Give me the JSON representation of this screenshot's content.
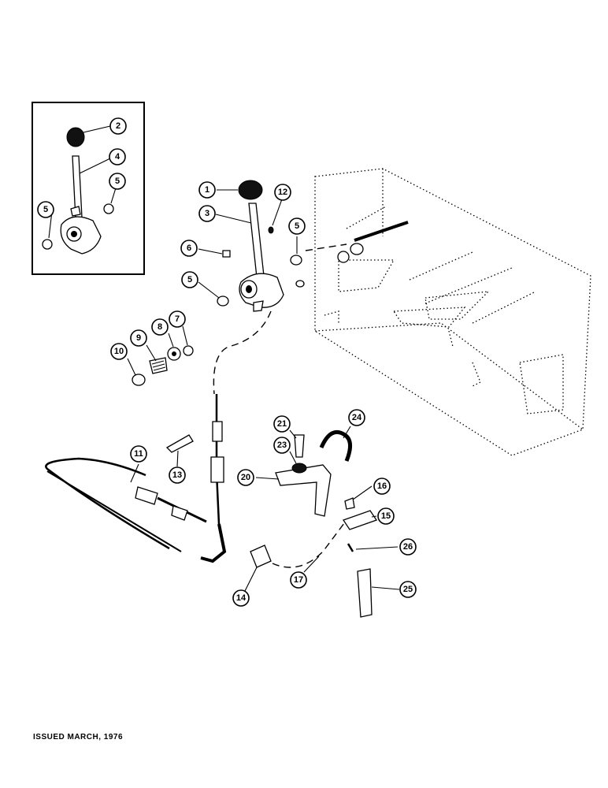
{
  "footer": {
    "issued": "ISSUED MARCH, 1976"
  },
  "callouts": [
    {
      "id": "inset-2",
      "label": "2"
    },
    {
      "id": "inset-4",
      "label": "4"
    },
    {
      "id": "inset-5a",
      "label": "5"
    },
    {
      "id": "inset-5b",
      "label": "5"
    },
    {
      "id": "c1",
      "label": "1"
    },
    {
      "id": "c3",
      "label": "3"
    },
    {
      "id": "c12",
      "label": "12"
    },
    {
      "id": "c5a",
      "label": "5"
    },
    {
      "id": "c6",
      "label": "6"
    },
    {
      "id": "c5b",
      "label": "5"
    },
    {
      "id": "c7",
      "label": "7"
    },
    {
      "id": "c8",
      "label": "8"
    },
    {
      "id": "c9",
      "label": "9"
    },
    {
      "id": "c10",
      "label": "10"
    },
    {
      "id": "c11",
      "label": "11"
    },
    {
      "id": "c13",
      "label": "13"
    },
    {
      "id": "c20",
      "label": "20"
    },
    {
      "id": "c21",
      "label": "21"
    },
    {
      "id": "c23",
      "label": "23"
    },
    {
      "id": "c24",
      "label": "24"
    },
    {
      "id": "c16",
      "label": "16"
    },
    {
      "id": "c15",
      "label": "15"
    },
    {
      "id": "c26",
      "label": "26"
    },
    {
      "id": "c17",
      "label": "17"
    },
    {
      "id": "c14",
      "label": "14"
    },
    {
      "id": "c25",
      "label": "25"
    }
  ]
}
